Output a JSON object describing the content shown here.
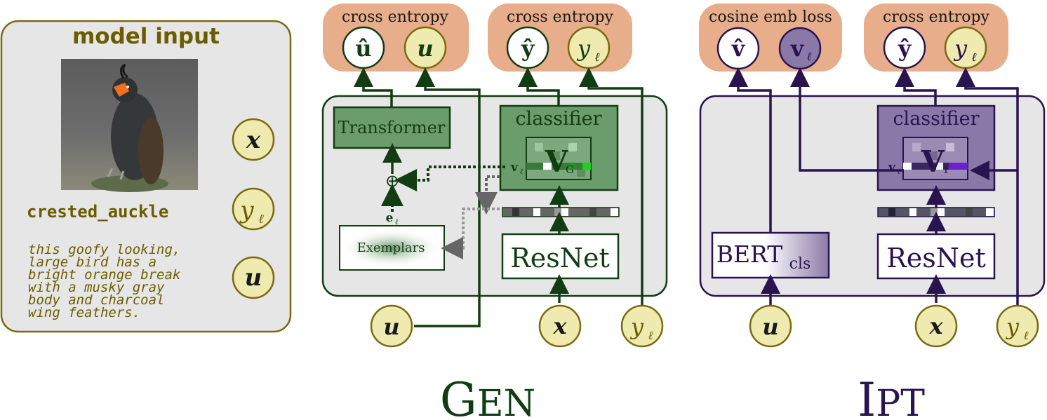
{
  "model_input": {
    "title": "model input",
    "label_text": "crested_auckle",
    "description": [
      "this goofy looking,",
      "large bird has a",
      "bright orange break",
      "with a musky gray",
      "body and charcoal",
      "wing feathers."
    ],
    "sym_x": "x",
    "sym_y": "y",
    "sym_y_sub": "ℓ",
    "sym_u": "u"
  },
  "gen": {
    "title_big": "G",
    "title_small": "EN",
    "loss_left": "cross entropy",
    "loss_right": "cross entropy",
    "u_hat": "û",
    "u": "u",
    "y_hat": "ŷ",
    "y": "y",
    "y_sub": "ℓ",
    "transformer": "Transformer",
    "classifier": "classifier",
    "V": "V",
    "V_sub": "G",
    "v_label": "v",
    "v_sub": "ℓ",
    "plus": "⊕",
    "e_label": "e",
    "e_sub": "ℓ",
    "exemplars": "Exemplars",
    "resnet": "ResNet",
    "in_u": "u",
    "in_x": "x",
    "in_y": "y",
    "in_y_sub": "ℓ"
  },
  "ipt": {
    "title_big": "I",
    "title_small": "PT",
    "loss_left": "cosine emb loss",
    "loss_right": "cross entropy",
    "v_hat": "v̂",
    "v": "v",
    "v_sub": "ℓ",
    "y_hat": "ŷ",
    "y": "y",
    "y_sub": "ℓ",
    "classifier": "classifier",
    "V": "V",
    "V_sub": "I",
    "vl_label": "v",
    "vl_sub": "ℓ",
    "bert": "BERT",
    "bert_sub": "cls",
    "resnet": "ResNet",
    "in_u": "u",
    "in_x": "x",
    "in_y": "y",
    "in_y_sub": "ℓ"
  },
  "colors": {
    "gen_dark": "#123d12",
    "gen_mid": "#6b9c6b",
    "ipt_dark": "#2a1450",
    "ipt_mid": "#8a78a8",
    "loss_fill": "#e8ad8a",
    "symbol_fill": "#efeab0",
    "symbol_stroke": "#7a6a10",
    "input_stroke": "#7a6a10",
    "input_text": "#6b5c00",
    "panel_fill": "#e6e6e6"
  },
  "icons": {
    "bird_photo": "crested-auklet-photo-icon"
  }
}
